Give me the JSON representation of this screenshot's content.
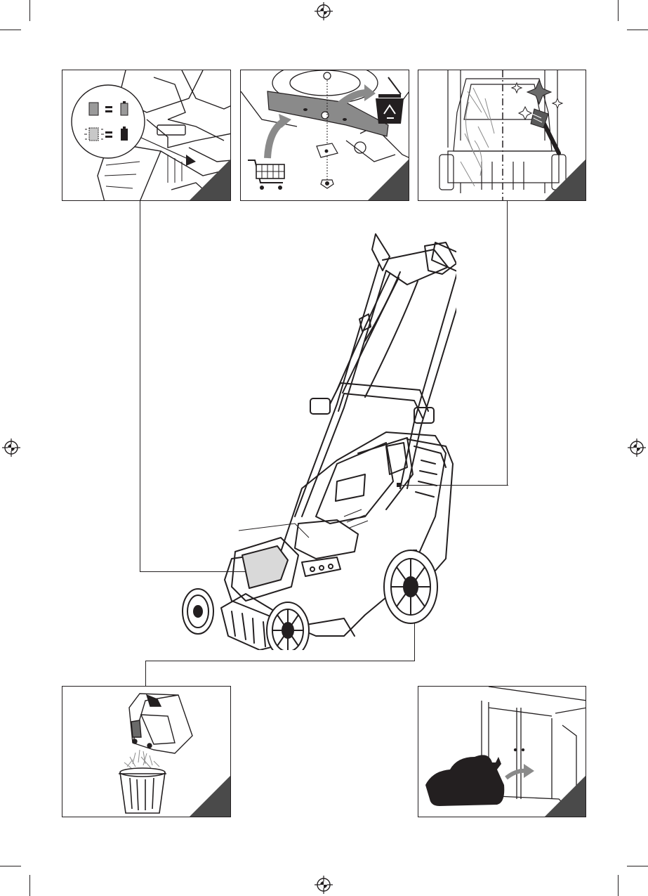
{
  "page": {
    "background": "#ffffff",
    "ink_color": "#231f20",
    "corner_tab_color": "#4a4a4a"
  },
  "panels": [
    {
      "id": "battery-indicator",
      "icons": [
        "battery-full-icon",
        "battery-empty-icon"
      ]
    },
    {
      "id": "blade-replacement",
      "icons": [
        "shopping-cart-icon",
        "recycle-bin-icon"
      ]
    },
    {
      "id": "cleaning",
      "icons": [
        "sparkle-icon",
        "brush-icon"
      ]
    },
    {
      "id": "empty-grass-box",
      "icons": [
        "trash-can-icon"
      ]
    },
    {
      "id": "storage",
      "icons": [
        "storage-arrow-icon"
      ]
    }
  ],
  "main_illustration": {
    "subject": "cordless-lawn-mower"
  },
  "registration_marks": 4
}
